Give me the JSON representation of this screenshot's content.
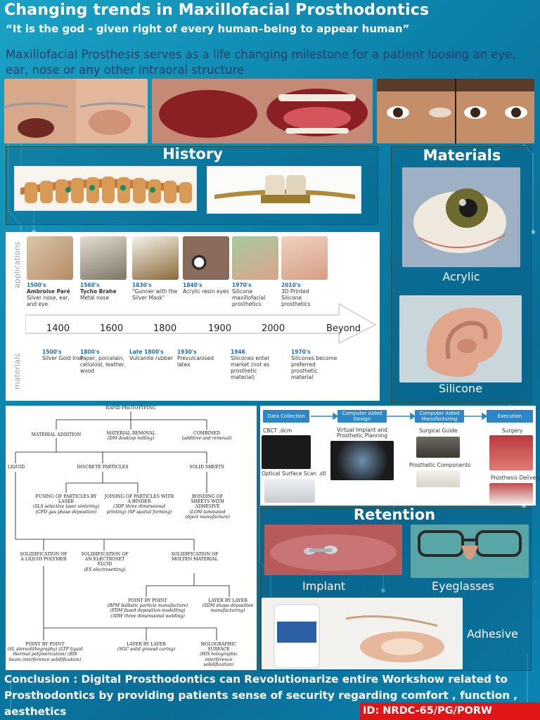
{
  "header": {
    "title": "Changing trends in Maxillofacial Prosthodontics",
    "quote": "“It is the god - given right of every human–being to appear human”",
    "intro": "Maxillofacial Prosthesis serves as a life changing milestone for a patient loosing an eye, ear, nose or any other intraoral structure"
  },
  "history": {
    "heading": "History"
  },
  "materials": {
    "heading": "Materials",
    "acrylic": "Acrylic",
    "silicone": "Silicone"
  },
  "timeline": {
    "side_top": "applications",
    "side_bottom": "materials",
    "applications": [
      {
        "year": "1500's",
        "name": "Ambroise Paré",
        "desc": "Silver nose, ear, and eye"
      },
      {
        "year": "1560's",
        "name": "Tycho Brahe",
        "desc": "Metal nose"
      },
      {
        "year": "1830's",
        "name": "",
        "desc": "\"Gunner with the Silver Mask\""
      },
      {
        "year": "1840's",
        "name": "",
        "desc": "Acrylic resin eyes"
      },
      {
        "year": "1970's",
        "name": "",
        "desc": "Silicone maxillofacial prosthetics"
      },
      {
        "year": "2010's",
        "name": "",
        "desc": "3D Printed Silicone prosthetics"
      }
    ],
    "years": [
      "1400",
      "1600",
      "1800",
      "1900",
      "2000",
      "Beyond"
    ],
    "materials": [
      {
        "year": "1500's",
        "desc": "Silver Gold Iron"
      },
      {
        "year": "1800's",
        "desc": "Paper, porcelain, celluloid, leather, wood"
      },
      {
        "year": "Late 1800's",
        "desc": "Vulcanite rubber"
      },
      {
        "year": "1930's",
        "desc": "Prevulcanised latex"
      },
      {
        "year": "1946",
        "desc": "Silicones enter market (not as prosthetic material)"
      },
      {
        "year": "1970's",
        "desc": "Silicones become preferred prosthetic material"
      }
    ]
  },
  "rapid_prototyping": {
    "root": "RAPID PROTOTYPING",
    "l1": [
      "MATERIAL ADDITION",
      "MATERIAL REMOVAL",
      "COMBINED"
    ],
    "l1_sub": [
      "",
      "(DM desktop milling)",
      "(additive and removal)"
    ],
    "l2": [
      "LIQUID",
      "DISCRETE PARTICLES",
      "SOLID SHEETS"
    ],
    "fusing": "FUSING OF PARTICLES BY LASER",
    "fusing_sub": "(SLS selective laser sintering) (GPD gas phase deposition)",
    "joining": "JOINING OF PARTICLES WITH A BINDER",
    "joining_sub": "(3DP three dimensional printing) (SF spatial forming)",
    "bonding": "BONDING OF SHEETS WITH ADHESIVE",
    "bonding_sub": "(LOM laminated object manufacture)",
    "solid_liquid": "SOLIDIFICATION OF A LIQUID POLYMER",
    "solid_electro": "SOLIDIFICATION OF AN ELECTROSET FLUID",
    "solid_electro_sub": "(ES electrosetting)",
    "solid_molten": "SOLIDIFICATION OF MOLTEN MATERIAL",
    "pbp_molten": "POINT BY POINT",
    "pbp_molten_sub": "(BPM ballistic particle manufacture) (FDM fused deposition modelling) (3DW three dimensional welding)",
    "lbl_molten": "LAYER BY LAYER",
    "lbl_molten_sub": "(SDM shape deposition manufacturing)",
    "pbp_liquid": "POINT BY POINT",
    "pbp_liquid_sub": "(SL stereolithography) (LTP liquid thermal polymerization) (BIS beam interference solidification)",
    "lbl_liquid": "LAYER BY LAYER",
    "lbl_liquid_sub": "(SGC solid ground curing)",
    "holo": "HOLOGRAPHIC SURFACE",
    "holo_sub": "(HIS holographic interference solidification)"
  },
  "digital_workflow": {
    "steps": [
      "Data Collection",
      "Computer Aided Design",
      "Computer Aided Manufacturing",
      "Execution"
    ],
    "cbct": "CBCT .dcm",
    "optical": "Optical Surface Scan .stl",
    "virtual": "Virtual Implant and Prosthetic Planning",
    "guide": "Surgical Guide",
    "components": "Prosthetic Components",
    "surgery": "Surgery",
    "delivery": "Prosthesis Delivery"
  },
  "retention": {
    "heading": "Retention",
    "implant": "Implant",
    "eyeglasses": "Eyeglasses",
    "adhesive": "Adhesive"
  },
  "conclusion": {
    "text": "Conclusion : Digital Prosthodontics can Revolutionarize entire Workshow related to Prosthodontics by providing patients sense of security regarding comfort , function , aesthetics",
    "id": "ID: NRDC-65/PG/PORW"
  }
}
